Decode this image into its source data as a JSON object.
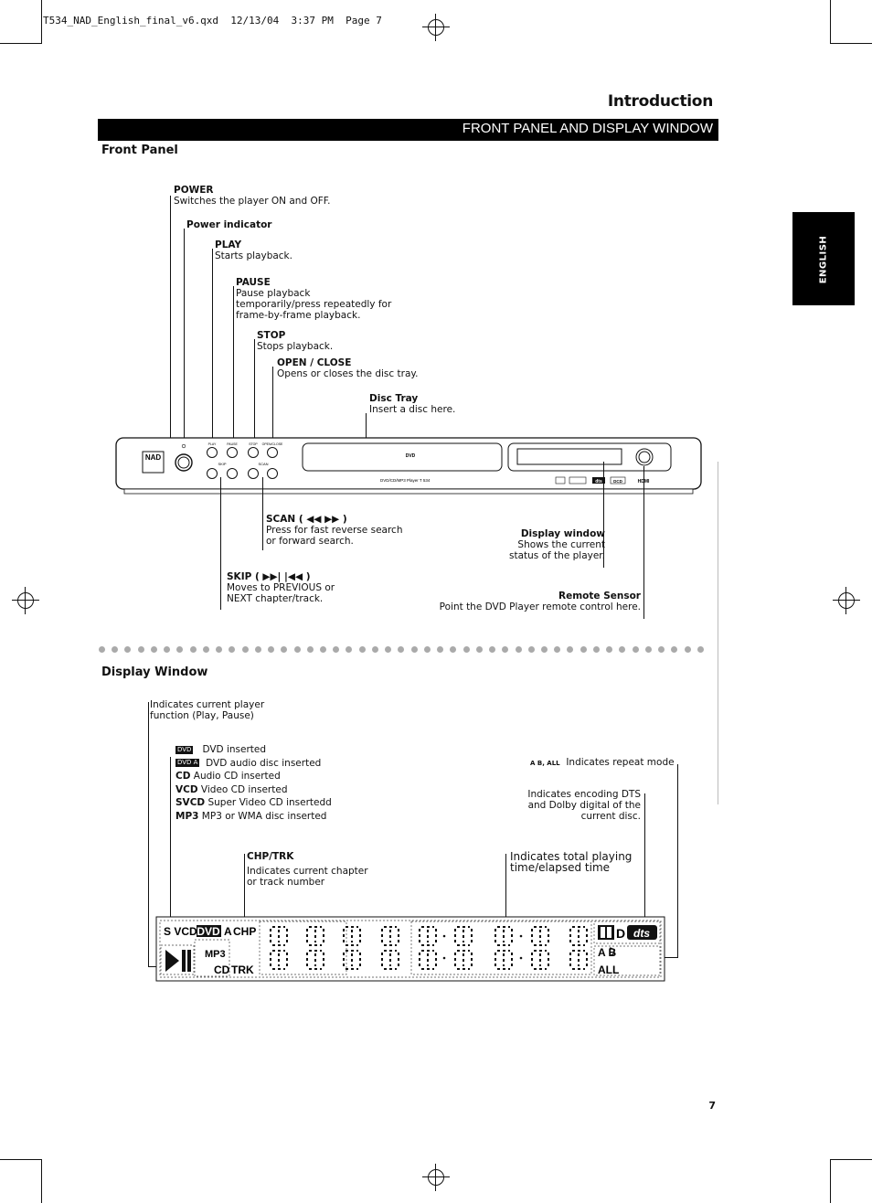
{
  "slug": "T534_NAD_English_final_v6.qxd  12/13/04  3:37 PM  Page 7",
  "heading": "Introduction",
  "banner": "FRONT PANEL AND DISPLAY WINDOW",
  "tab_label": "ENGLISH",
  "front_panel": {
    "title": "Front Panel",
    "callouts": {
      "power": {
        "label": "POWER",
        "desc": "Switches the player ON and OFF."
      },
      "power_indicator": {
        "label": "Power indicator"
      },
      "play": {
        "label": "PLAY",
        "desc": "Starts playback."
      },
      "pause": {
        "label": "PAUSE",
        "desc": "Pause playback temporarily/press repeatedly for frame-by-frame playback."
      },
      "stop": {
        "label": "STOP",
        "desc": "Stops playback."
      },
      "open_close": {
        "label": "OPEN / CLOSE",
        "desc": "Opens or closes the disc tray."
      },
      "disc_tray": {
        "label": "Disc Tray",
        "desc": "Insert a disc here."
      },
      "scan": {
        "label": "SCAN ( ◀◀  ▶▶ )",
        "desc": "Press for fast reverse search or forward search."
      },
      "skip": {
        "label": "SKIP ( ▶▶| |◀◀ )",
        "desc": "Moves to PREVIOUS or NEXT chapter/track."
      },
      "display_window": {
        "label": "Display window",
        "desc": "Shows the current status of the player."
      },
      "remote_sensor": {
        "label": "Remote Sensor",
        "desc": "Point the DVD Player remote control here."
      }
    },
    "device": {
      "brand": "NAD",
      "model_text": "DVD/CD/MP3 Player  T 534",
      "tray_logo": "DVD",
      "button_captions": [
        "PLAY",
        "PAUSE",
        "STOP",
        "OPEN/CLOSE"
      ],
      "skip_caption": "SKIP",
      "scan_caption": "SCAN",
      "logos": [
        "dts",
        "DCD",
        "HDMI"
      ]
    }
  },
  "display_window": {
    "title": "Display Window",
    "callouts": {
      "function": {
        "desc": "Indicates current player function (Play, Pause)"
      },
      "disc_types": [
        {
          "tag": "DVD",
          "desc": "DVD inserted"
        },
        {
          "tag": "DVD A",
          "desc": "DVD audio disc inserted"
        },
        {
          "tag": "CD",
          "desc": "Audio CD inserted"
        },
        {
          "tag": "VCD",
          "desc": "Video CD inserted"
        },
        {
          "tag": "SVCD",
          "desc": "Super Video CD insertedd"
        },
        {
          "tag": "MP3",
          "desc": "MP3 or WMA disc inserted"
        }
      ],
      "chp_trk": {
        "label": "CHP/TRK",
        "desc": "Indicates current chapter or track number"
      },
      "total_time": {
        "desc": "Indicates total playing time/elapsed time"
      },
      "repeat": {
        "tag": "A  B, ALL",
        "desc": "Indicates repeat mode"
      },
      "encoding": {
        "desc": "Indicates encoding DTS and Dolby digital of the current disc."
      }
    },
    "lcd": {
      "svcd": "S VCD",
      "dvd": "DVD",
      "a": "A",
      "chp": "CHP",
      "mp3": "MP3",
      "cd": "CD",
      "trk": "TRK",
      "dolby": "D",
      "dts": "dts",
      "ab": "A  B",
      "all": "ALL"
    }
  },
  "page_number": "7"
}
